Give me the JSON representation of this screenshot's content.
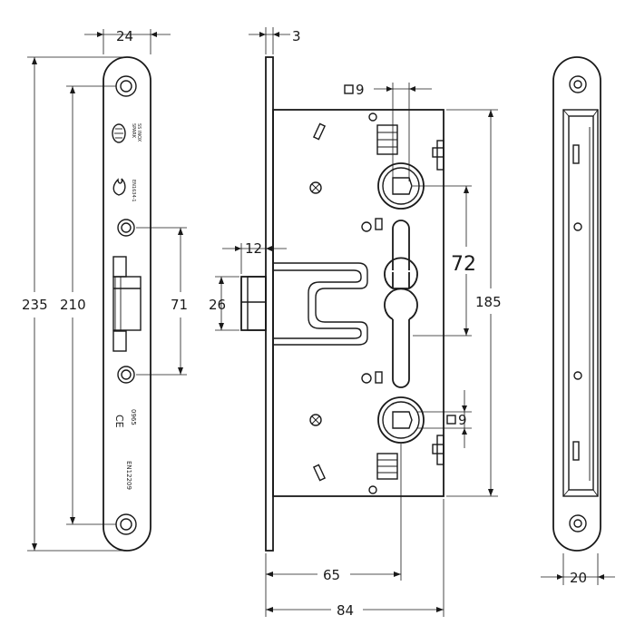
{
  "dimensions": {
    "faceplate_width": "24",
    "faceplate_thickness": "3",
    "overall_length": "235",
    "screw_spacing": "210",
    "latch_to_screw": "71",
    "latch_height": "26",
    "latch_projection": "12",
    "square_spindle": "9",
    "square_spindle_lower": "9",
    "cylinder_spacing": "72",
    "case_height": "185",
    "backset": "65",
    "case_depth": "84",
    "side_width": "20"
  },
  "faceplate_markings": {
    "brand": "SPARK",
    "material": "SS INOX",
    "standard_fire": "EN1634-1",
    "ce_code": "0965",
    "standard": "EN12209",
    "ce_mark": "CE"
  }
}
